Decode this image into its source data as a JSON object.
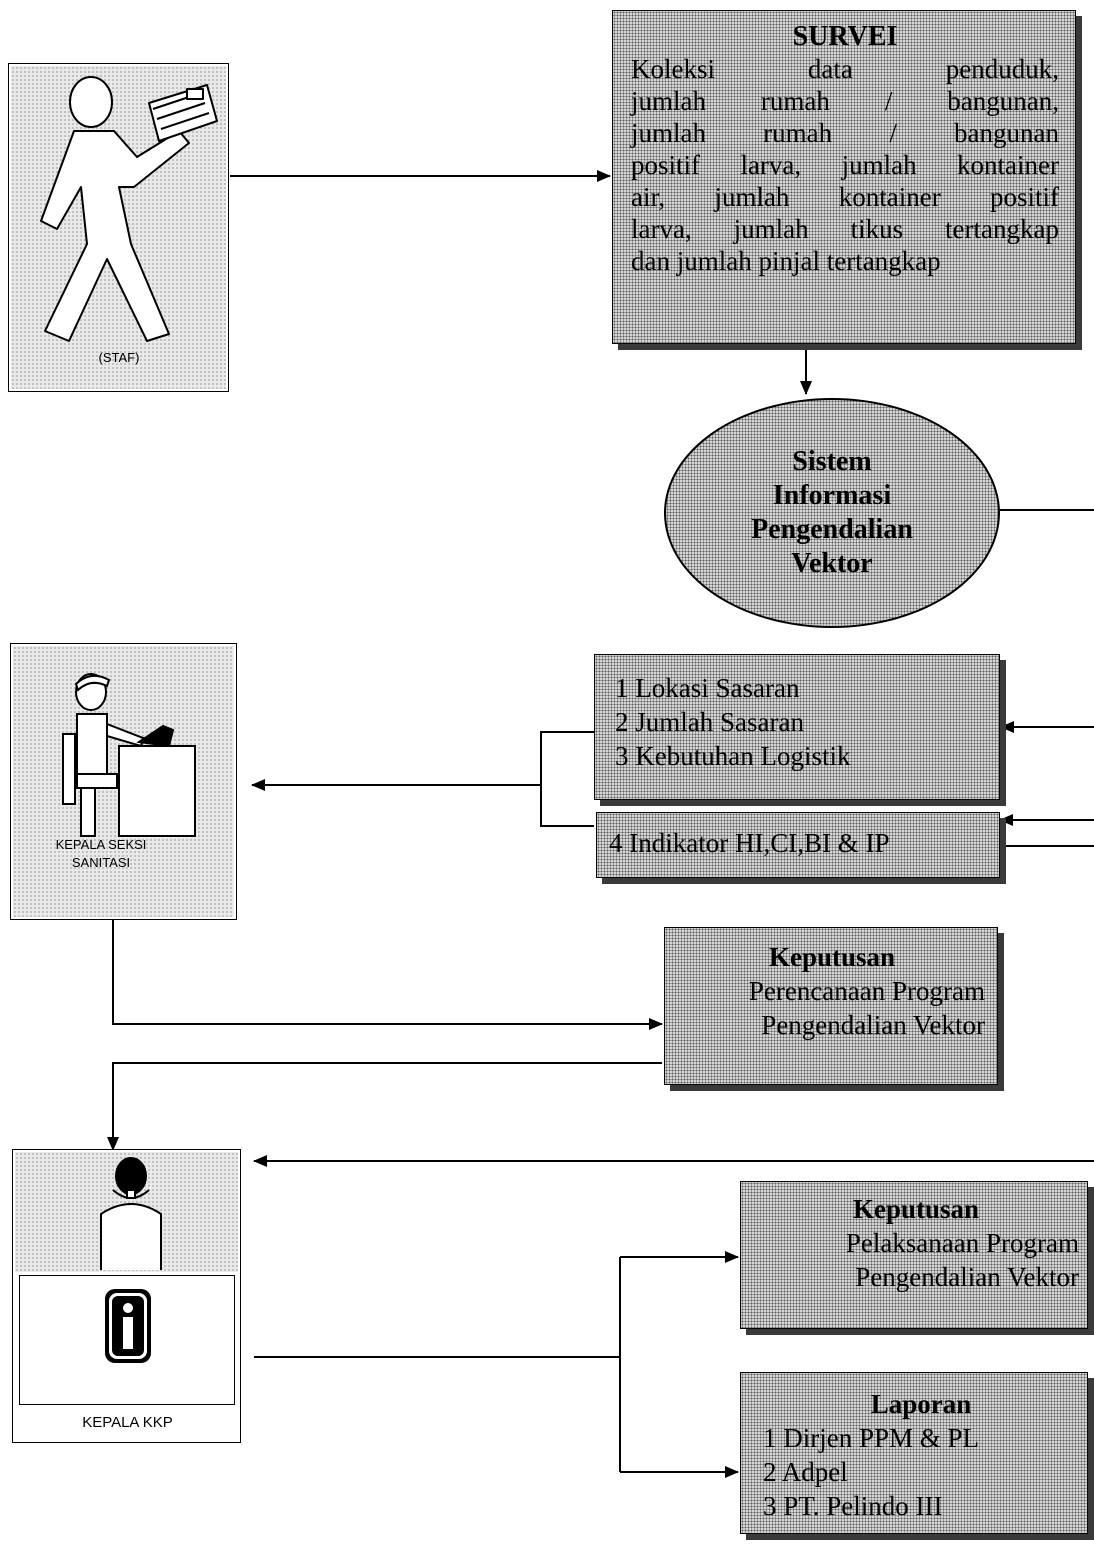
{
  "actors": {
    "staf": {
      "caption": "(STAF)"
    },
    "kepala_seksi": {
      "caption_line1": "KEPALA SEKSI",
      "caption_line2": "SANITASI"
    },
    "kepala_kkp": {
      "caption": "KEPALA KKP"
    }
  },
  "survei": {
    "title": "SURVEI",
    "lines": [
      "Koleksi data penduduk,",
      "jumlah rumah / bangunan,",
      "jumlah rumah / bangunan",
      "positif larva, jumlah kontainer",
      "air, jumlah kontainer positif",
      "larva, jumlah tikus tertangkap",
      "dan jumlah pinjal tertangkap"
    ]
  },
  "system": {
    "lines": [
      "Sistem",
      "Informasi",
      "Pengendalian",
      "Vektor"
    ]
  },
  "sasaran": {
    "lines": [
      "1 Lokasi Sasaran",
      "2 Jumlah Sasaran",
      "3 Kebutuhan Logistik"
    ]
  },
  "indikator": {
    "line": "4 Indikator HI,CI,BI & IP"
  },
  "keputusan_perencanaan": {
    "title": "Keputusan",
    "lines": [
      "Perencanaan Program",
      "Pengendalian Vektor"
    ]
  },
  "keputusan_pelaksanaan": {
    "title": "Keputusan",
    "lines": [
      "Pelaksanaan Program",
      "Pengendalian Vektor"
    ]
  },
  "laporan": {
    "title": "Laporan",
    "lines": [
      "1 Dirjen PPM & PL",
      "2 Adpel",
      "3 PT. Pelindo III"
    ]
  },
  "icons": {
    "walking": "walking-person-icon",
    "desk": "desk-worker-icon",
    "info": "info-icon",
    "officer": "officer-icon"
  }
}
